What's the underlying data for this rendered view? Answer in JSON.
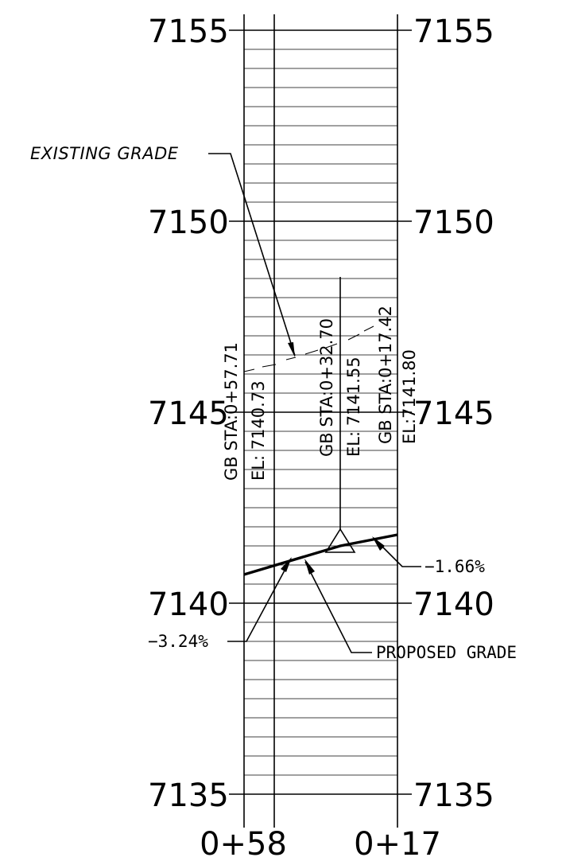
{
  "elevations": {
    "e7155": "7155",
    "e7150": "7150",
    "e7145": "7145",
    "e7140": "7140",
    "e7135": "7135"
  },
  "stations": {
    "left": "0+58",
    "right": "0+17"
  },
  "callouts": {
    "existing_grade": "EXISTING GRADE",
    "proposed_grade": "PROPOSED GRADE",
    "slope_left": "−3.24%",
    "slope_right": "−1.66%"
  },
  "points": [
    {
      "sta": "GB STA:0+57.71",
      "el": "EL: 7140.73"
    },
    {
      "sta": "GB STA:0+32.70",
      "el": "EL: 7141.55"
    },
    {
      "sta": "GB STA:0+17.42",
      "el": "EL:7141.80"
    }
  ]
}
